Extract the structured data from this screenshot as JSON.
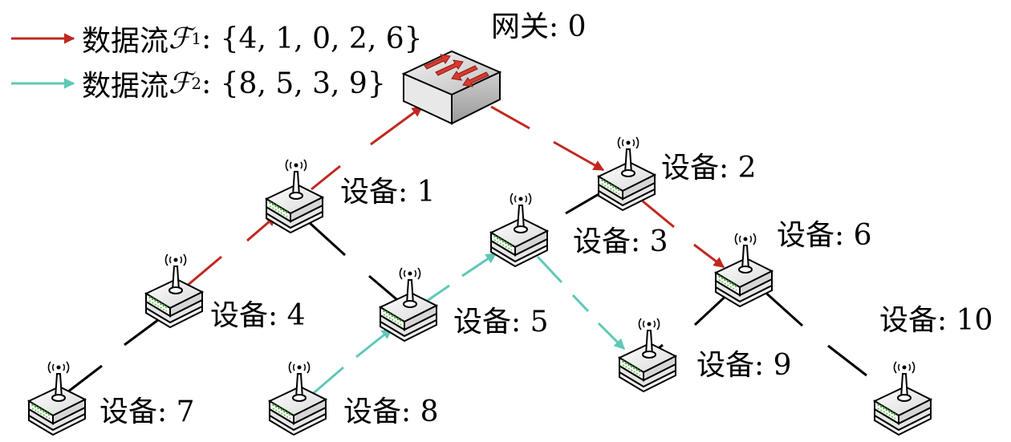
{
  "legend": [
    {
      "prefix": "数据流 ",
      "symbol": "ℱ",
      "subscript": "1",
      "set": ": {4, 1, 0, 2, 6}",
      "color": "#c0281f"
    },
    {
      "prefix": "数据流 ",
      "symbol": "ℱ",
      "subscript": "2",
      "set": ": {8, 5, 3, 9}",
      "color": "#5fc8b6"
    }
  ],
  "gateway_label": "网关: 0",
  "device_labels": {
    "d1": "设备: 1",
    "d2": "设备: 2",
    "d3": "设备: 3",
    "d4": "设备: 4",
    "d5": "设备: 5",
    "d6": "设备: 6",
    "d7": "设备: 7",
    "d8": "设备: 8",
    "d9": "设备: 9",
    "d10": "设备: 10"
  },
  "colors": {
    "flow1": "#c0281f",
    "flow2": "#5fc8b6",
    "link": "#000000"
  }
}
